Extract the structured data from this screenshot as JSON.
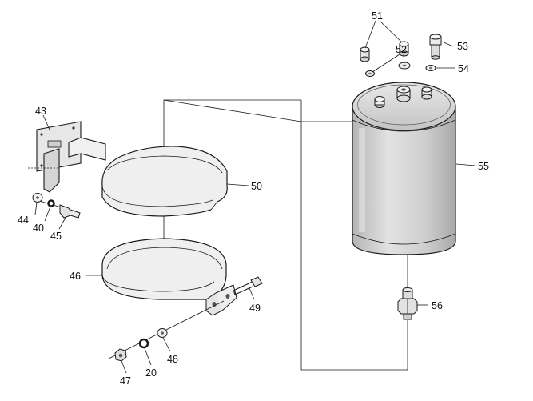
{
  "labels": {
    "p51": "51",
    "p52": "52",
    "p53": "53",
    "p54": "54",
    "p55": "55",
    "p56": "56",
    "p43": "43",
    "p44": "44",
    "p40": "40",
    "p45": "45",
    "p50": "50",
    "p46": "46",
    "p49": "49",
    "p48": "48",
    "p47": "47",
    "p20": "20"
  },
  "colors": {
    "line": "#1a1a1a",
    "tank_fill": "#d9d9d9",
    "tank_shade": "#bdbdbd",
    "band_fill": "#ececec"
  },
  "icons": [
    "tank",
    "pipe",
    "clamp-band",
    "bracket",
    "bolt",
    "nut",
    "washer",
    "fitting"
  ]
}
